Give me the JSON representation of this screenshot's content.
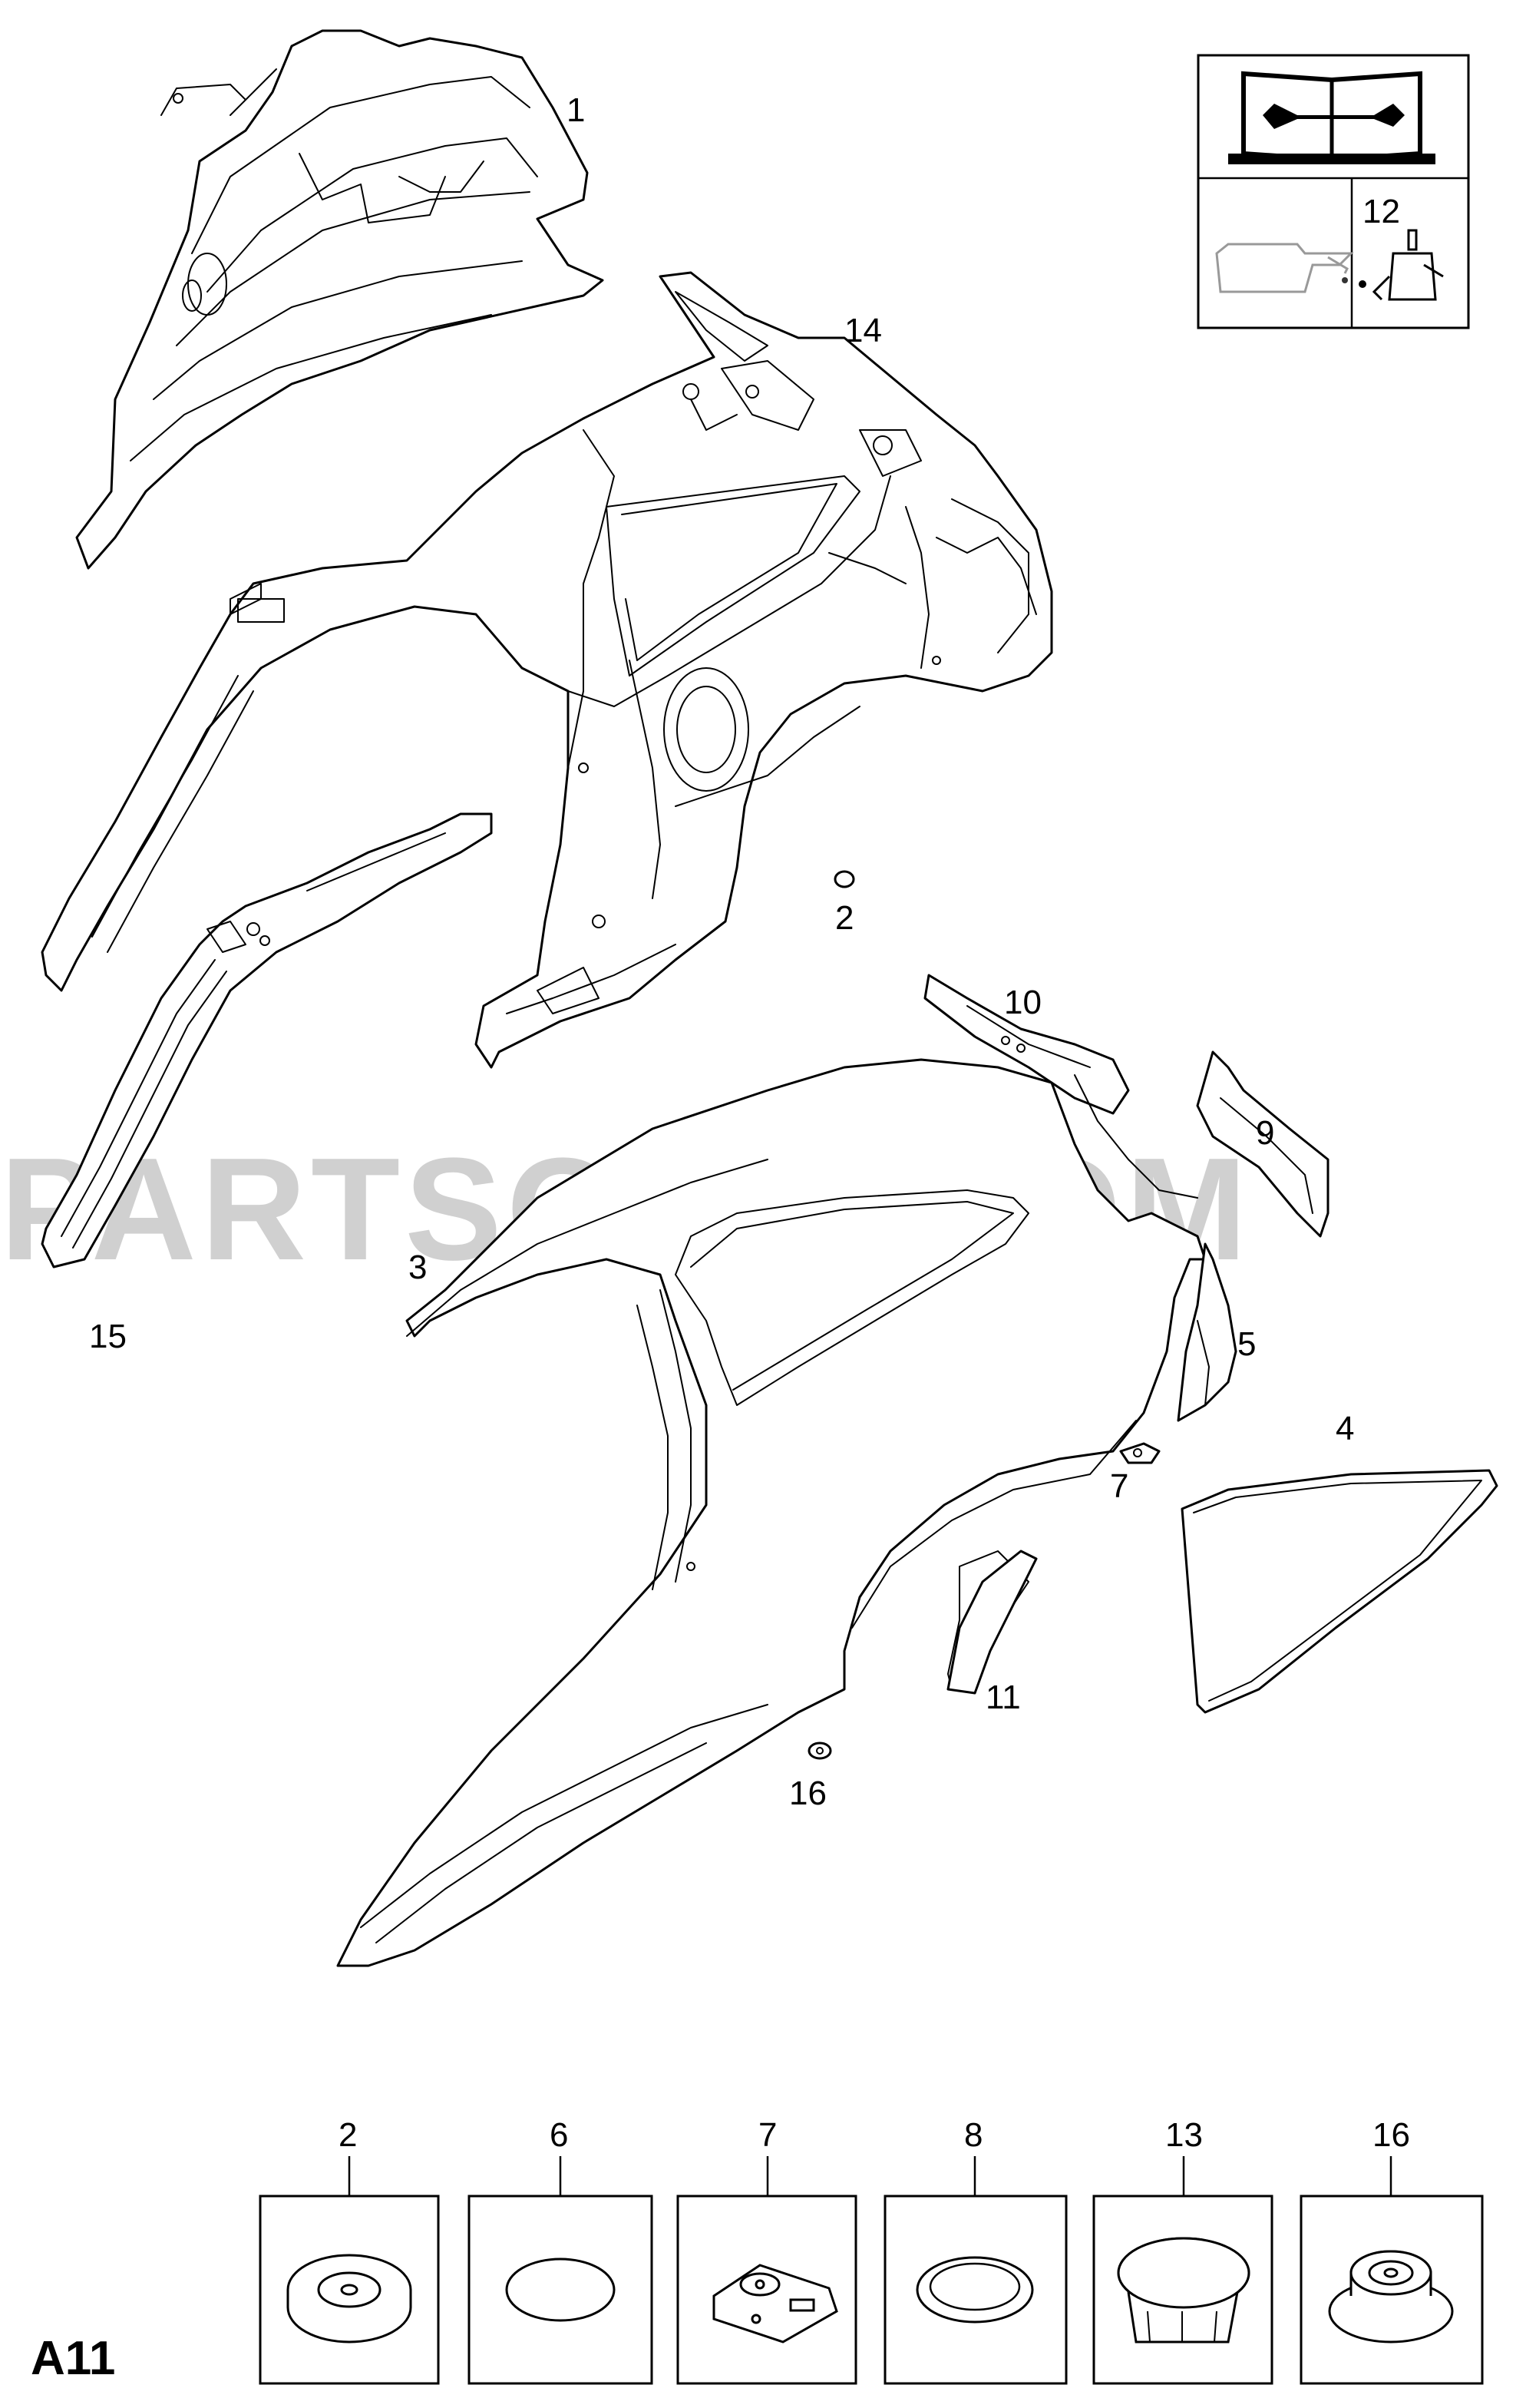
{
  "diagram_code": "A11",
  "watermark": "PARTSOUQ.COM",
  "icon_box": {
    "book_icon": "wrench-book-icon",
    "oil_icon": "oil-can-icon",
    "adhesive_icon": "adhesive-bottle-icon",
    "adhesive_label": "12"
  },
  "callouts": {
    "c1": "1",
    "c2": "2",
    "c3": "3",
    "c4": "4",
    "c5": "5",
    "c7": "7",
    "c9": "9",
    "c10": "10",
    "c11": "11",
    "c14": "14",
    "c15": "15",
    "c16": "16"
  },
  "detail_boxes": [
    {
      "label": "2",
      "icon": "grommet-icon"
    },
    {
      "label": "6",
      "icon": "plug-icon"
    },
    {
      "label": "7",
      "icon": "clip-icon"
    },
    {
      "label": "8",
      "icon": "plug-icon"
    },
    {
      "label": "13",
      "icon": "cap-icon"
    },
    {
      "label": "16",
      "icon": "grommet-icon"
    }
  ]
}
